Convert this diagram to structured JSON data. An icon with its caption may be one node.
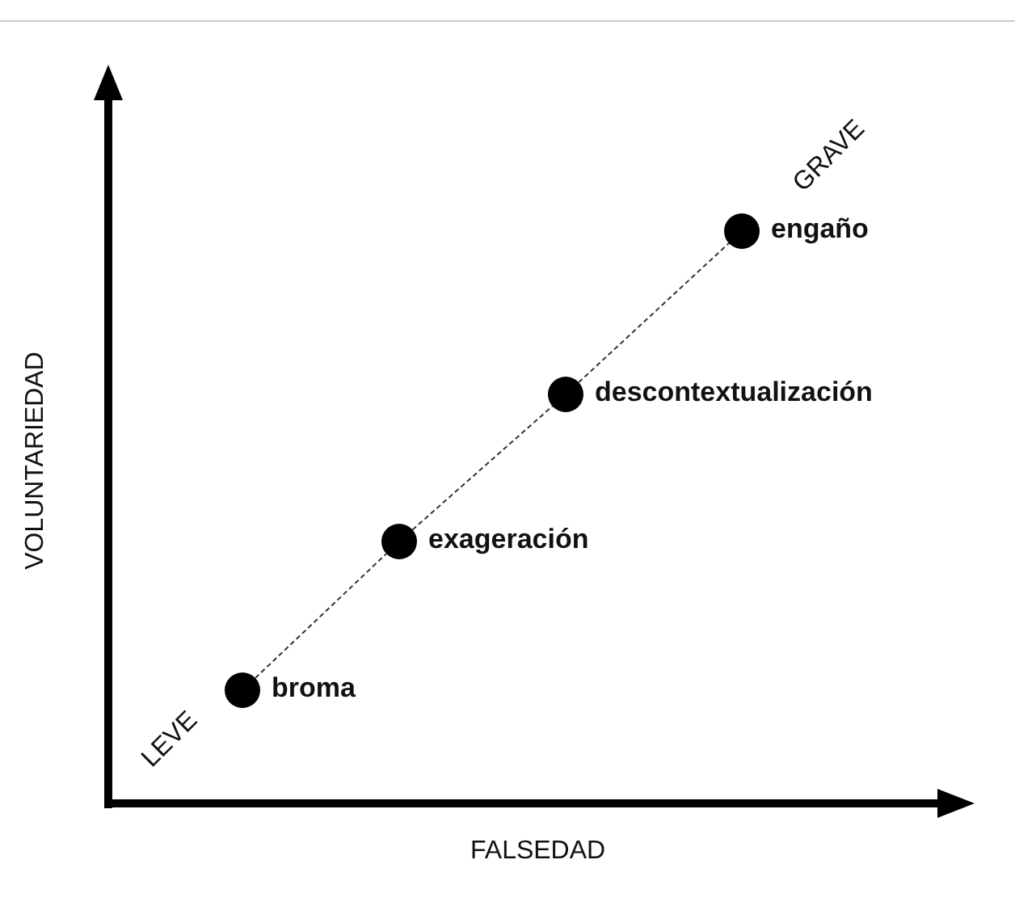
{
  "diagram": {
    "nodes": [
      {
        "text": [],
        "shape": "circle",
        "beside": [
          "broma"
        ]
      },
      {
        "text": [],
        "shape": "circle",
        "beside": [
          "exageración"
        ]
      },
      {
        "text": [],
        "shape": "circle",
        "beside": [
          "descontextualización"
        ]
      },
      {
        "text": [],
        "shape": "circle",
        "beside": [
          "engaño"
        ]
      }
    ],
    "edges": [
      {
        "from": 0,
        "to": 1,
        "arrow": "none",
        "style": "dashed"
      },
      {
        "from": 1,
        "to": 2,
        "arrow": "none",
        "style": "dashed"
      },
      {
        "from": 2,
        "to": 3,
        "arrow": "none",
        "style": "dashed"
      }
    ],
    "labels": [
      "GRAVE",
      "VOLUNTARIEDAD",
      "LEVE",
      "FALSEDAD"
    ]
  }
}
